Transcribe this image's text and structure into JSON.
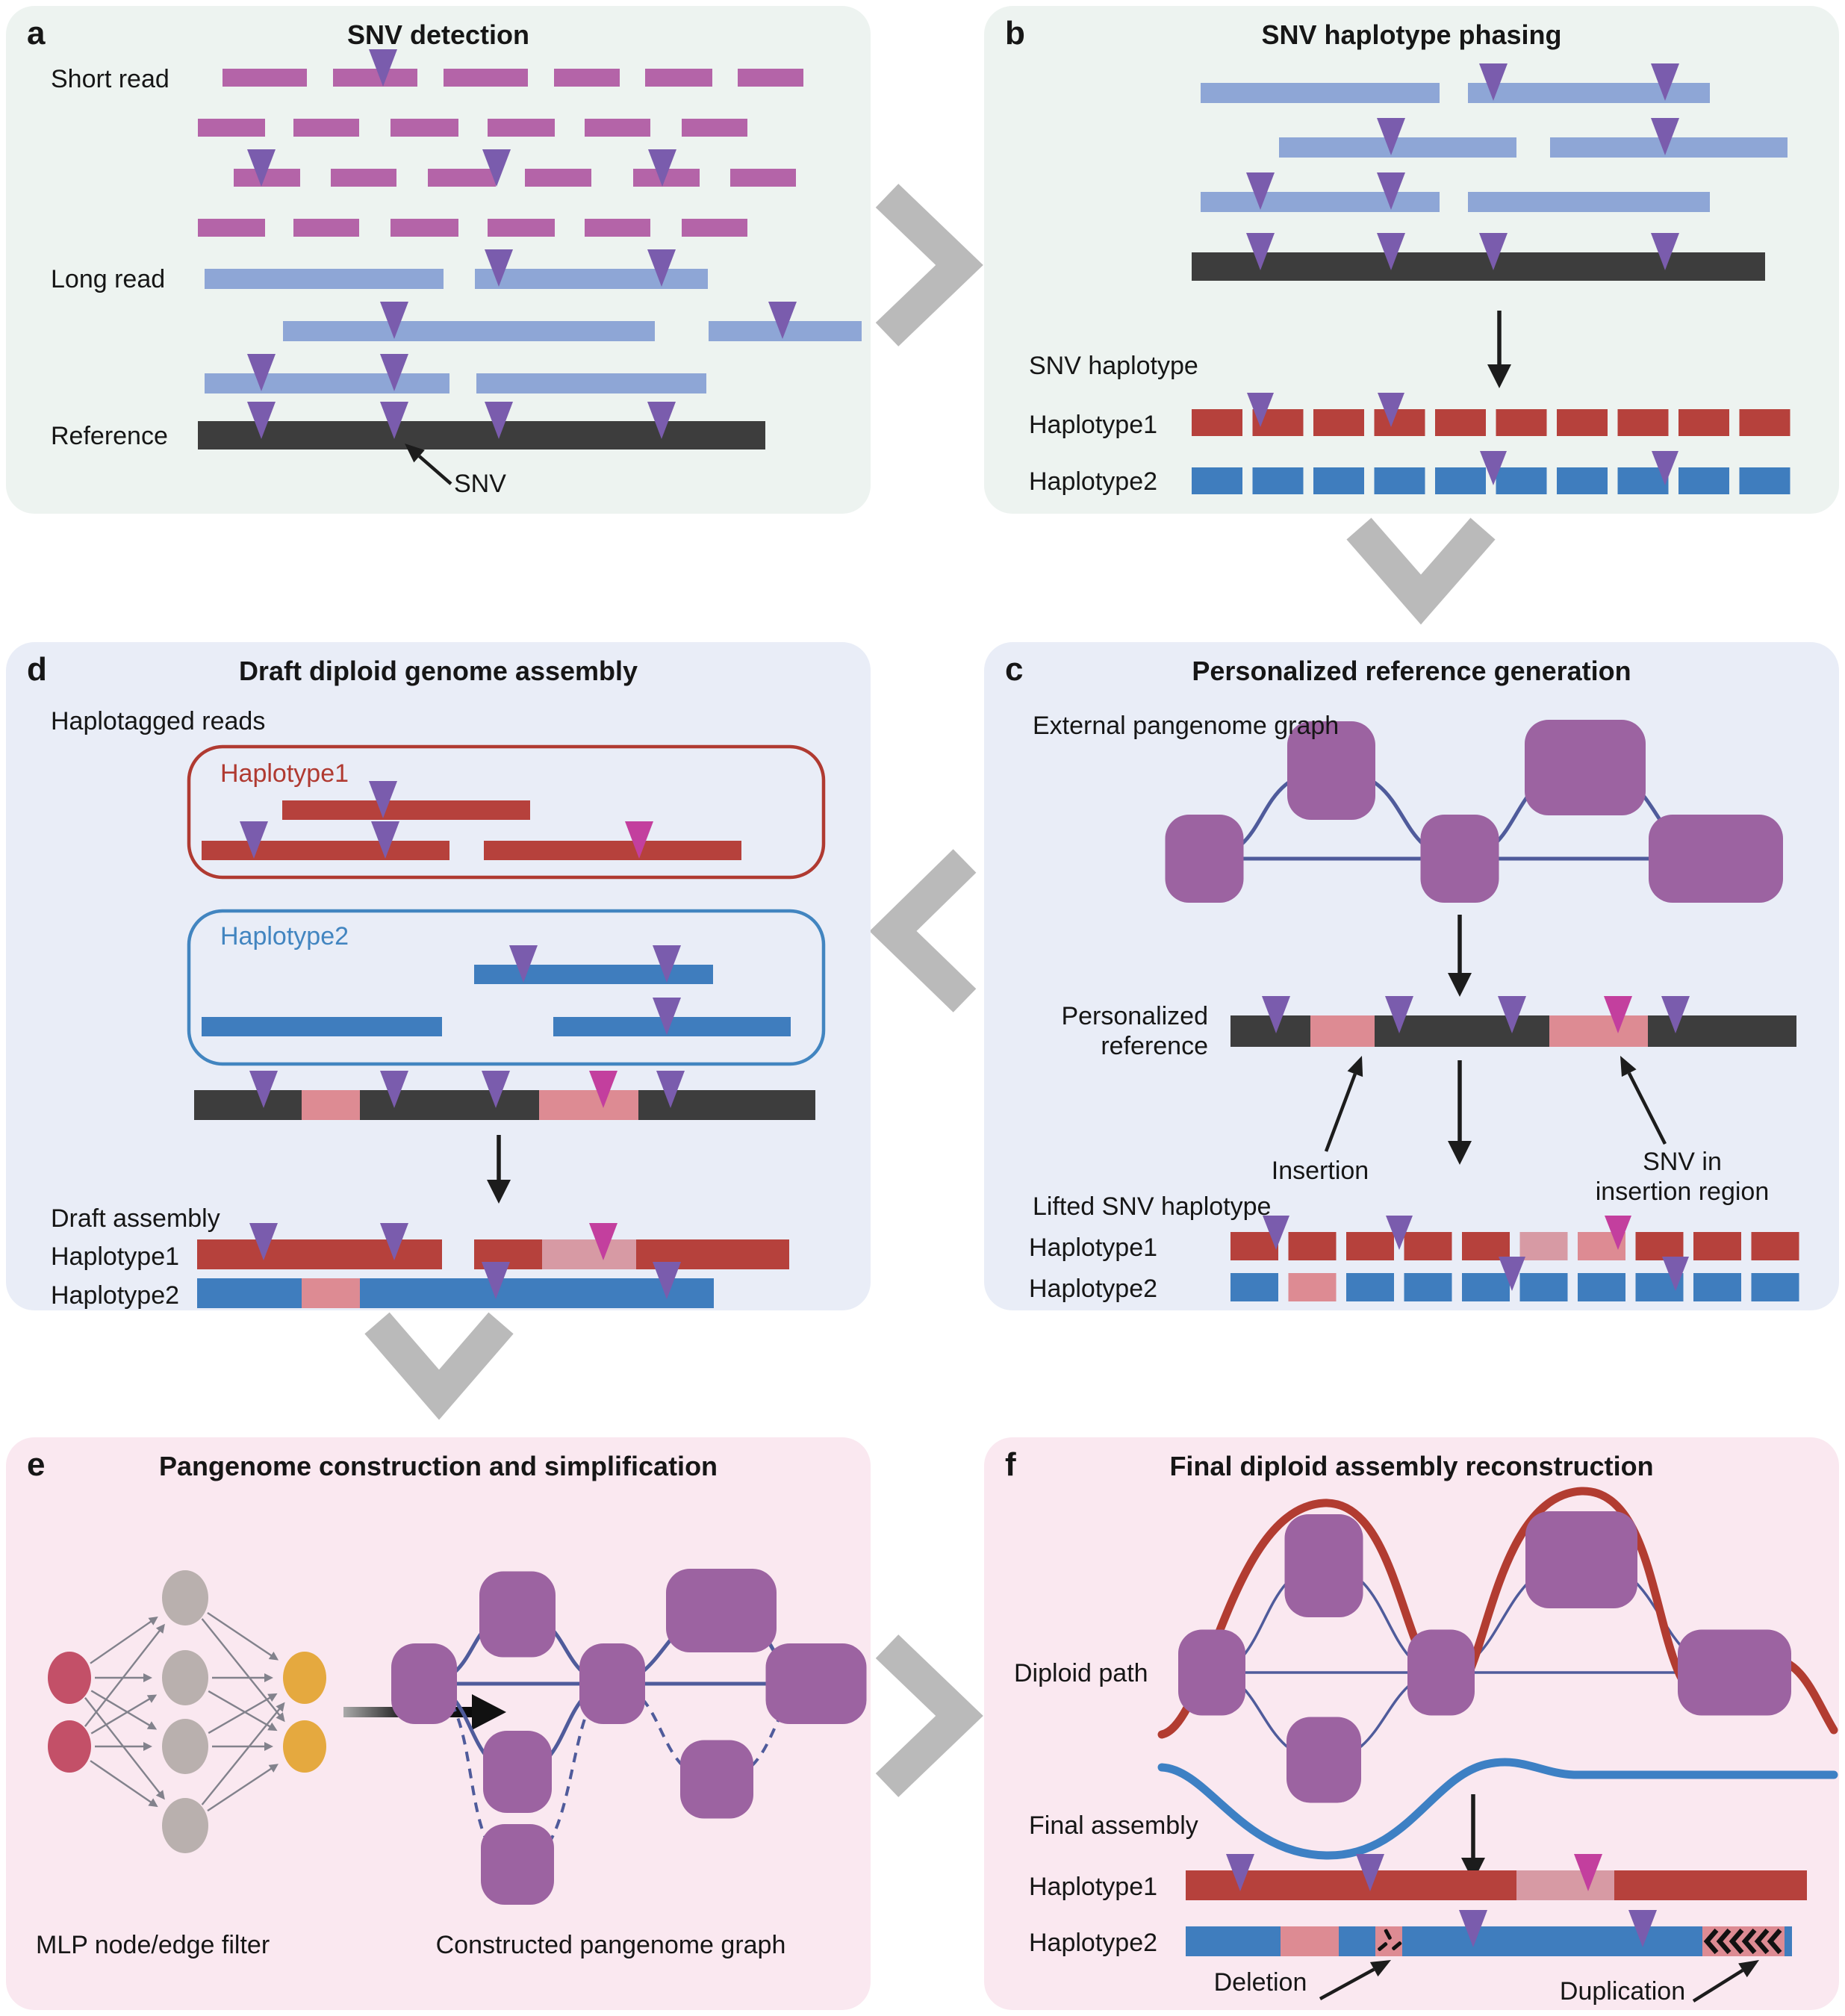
{
  "figure": {
    "kind": "genome-assembly-pipeline-diagram"
  },
  "colors": {
    "panel_mint": "#edf3f0",
    "panel_blue": "#e9edf7",
    "panel_pink": "#fae8f0",
    "short_read": "#b464a8",
    "long_read": "#8ea6d6",
    "reference_dark": "#3d3d3d",
    "haplotype1_red": "#b6413c",
    "haplotype2_blue": "#3f7dbe",
    "insertion_pink": "#dd8b93",
    "insertion_pink_light": "#d79aa4",
    "snv_triangle_purple": "#7a5cad",
    "snv_triangle_magenta": "#c33f9e",
    "graph_node_purple": "#9c63a1",
    "graph_edge": "#4f5b9b",
    "mlp_input_red": "#c35068",
    "mlp_hidden_gray": "#b9b0ae",
    "mlp_output_yellow": "#e5a93f",
    "mlp_edge_gray": "#82828c",
    "path_red": "#b23c31",
    "path_blue": "#3d80c4",
    "chevron_gray": "#bababa",
    "box_red": "#b03a31",
    "box_blue": "#4285c0",
    "arrow_black": "#1c1c1c",
    "canvas_white": "#ffffff"
  },
  "panels": {
    "a": {
      "letter": "a",
      "title": "SNV detection",
      "labels": {
        "short_read": "Short read",
        "long_read": "Long read",
        "reference": "Reference",
        "snv": "SNV"
      }
    },
    "b": {
      "letter": "b",
      "title": "SNV haplotype phasing",
      "labels": {
        "snv_haplotype": "SNV haplotype",
        "haplotype1": "Haplotype1",
        "haplotype2": "Haplotype2"
      }
    },
    "c": {
      "letter": "c",
      "title": "Personalized reference generation",
      "labels": {
        "external_graph": "External pangenome graph",
        "personalized_line1": "Personalized",
        "personalized_line2": "reference",
        "insertion": "Insertion",
        "snv_in_insertion_line1": "SNV in",
        "snv_in_insertion_line2": "insertion region",
        "lifted": "Lifted SNV haplotype",
        "haplotype1": "Haplotype1",
        "haplotype2": "Haplotype2"
      }
    },
    "d": {
      "letter": "d",
      "title": "Draft diploid genome assembly",
      "labels": {
        "haplotagged": "Haplotagged reads",
        "box_haplotype1": "Haplotype1",
        "box_haplotype2": "Haplotype2",
        "draft_assembly": "Draft assembly",
        "haplotype1": "Haplotype1",
        "haplotype2": "Haplotype2"
      }
    },
    "e": {
      "letter": "e",
      "title": "Pangenome construction and simplification",
      "labels": {
        "mlp_filter": "MLP node/edge filter",
        "constructed": "Constructed pangenome graph"
      }
    },
    "f": {
      "letter": "f",
      "title": "Final diploid assembly reconstruction",
      "labels": {
        "diploid_path": "Diploid path",
        "final_assembly": "Final assembly",
        "haplotype1": "Haplotype1",
        "haplotype2": "Haplotype2",
        "deletion": "Deletion",
        "duplication": "Duplication"
      }
    }
  }
}
